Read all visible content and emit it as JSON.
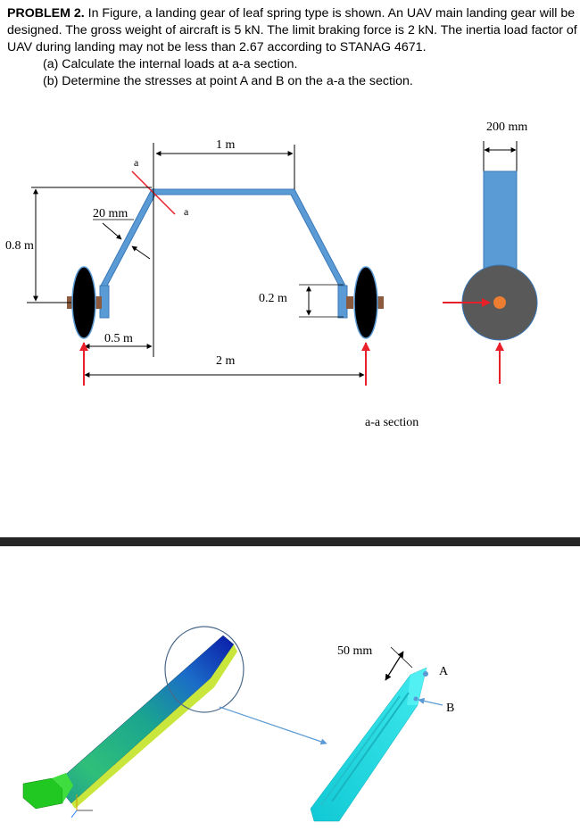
{
  "problem": {
    "heading": "PROBLEM 2.",
    "text": " In Figure, a landing gear of leaf spring type is shown. An UAV main landing gear will be designed. The gross weight of aircraft is 5 kN. The limit braking force is 2 kN. The inertia load factor of UAV during landing may not be less than 2.67 according to STANAG 4671.",
    "part_a": "(a) Calculate the internal loads at a-a section.",
    "part_b": "(b) Determine the stresses at point A and B on the a-a the section."
  },
  "figure": {
    "dim_1m": "1 m",
    "dim_20mm": "20 mm",
    "dim_08m": "0.8 m",
    "dim_05m": "0.5 m",
    "dim_2m": "2 m",
    "dim_02m": "0.2 m",
    "dim_200mm": "200 mm",
    "section_label_a1": "a",
    "section_label_a2": "a",
    "section_caption": "a-a section"
  },
  "fea": {
    "dim_50mm": "50 mm",
    "point_a": "A",
    "point_b": "B"
  },
  "colors": {
    "spring_blue": "#5b9bd5",
    "wheel": "#000000",
    "hub": "#555555",
    "force_red": "#e8202a",
    "axle_brown": "#8c5a3c",
    "section_orange": "#ed7d31",
    "fea_cyan": "#19e0e8"
  }
}
